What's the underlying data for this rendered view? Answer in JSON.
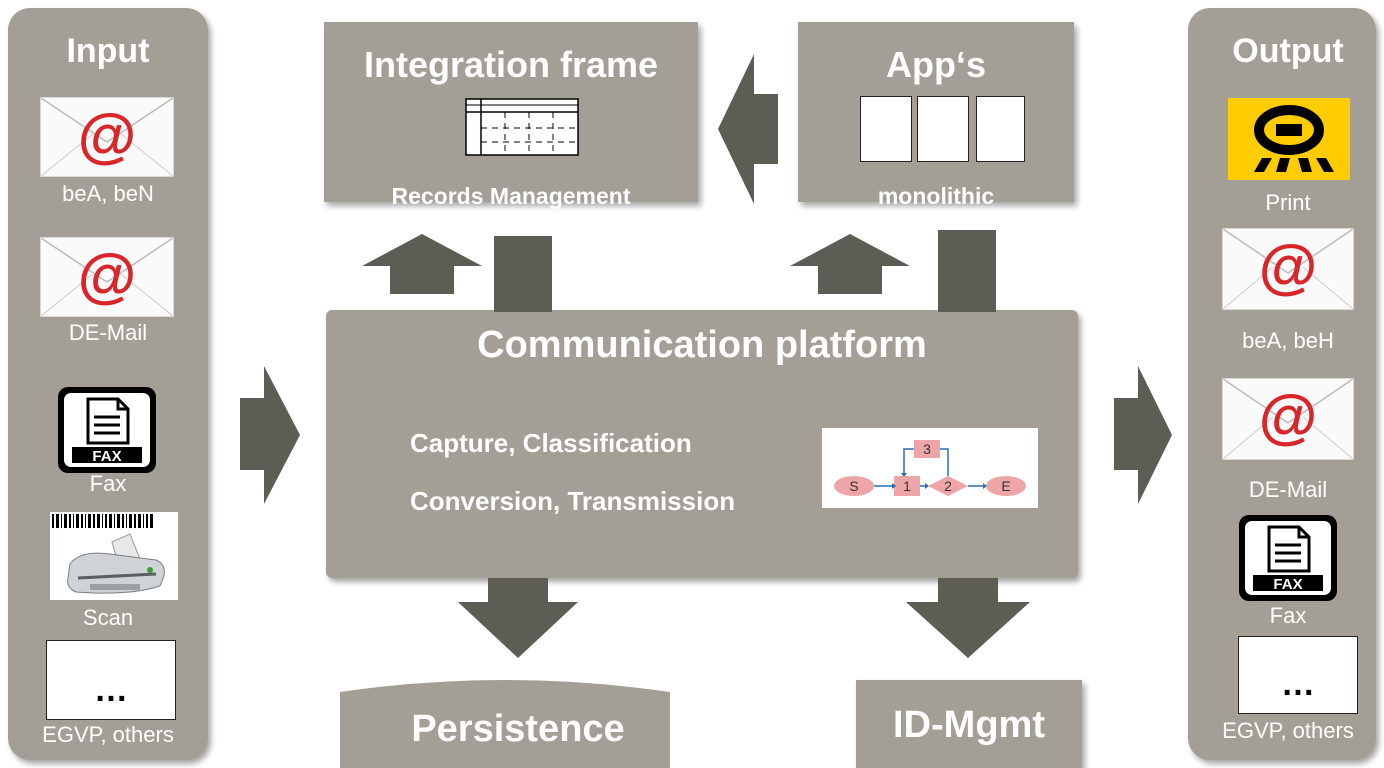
{
  "input": {
    "title": "Input",
    "items": [
      "beA, beN",
      "DE-Mail",
      "Fax",
      "Scan",
      "EGVP, others"
    ],
    "placeholder": "…"
  },
  "output": {
    "title": "Output",
    "items": [
      "Print",
      "beA, beH",
      "DE-Mail",
      "Fax",
      "EGVP, others"
    ],
    "placeholder": "…"
  },
  "integration": {
    "title": "Integration frame",
    "subtitle": "Records Management"
  },
  "apps": {
    "title": "App‘s",
    "subtitle": "monolithic"
  },
  "platform": {
    "title": "Communication platform",
    "line1": "Capture, Classification",
    "line2": "Conversion, Transmission",
    "workflow": {
      "start": "S",
      "step1": "1",
      "step2": "2",
      "step3": "3",
      "end": "E"
    }
  },
  "persistence": {
    "title": "Persistence"
  },
  "idmgmt": {
    "title": "ID-Mgmt"
  },
  "fax_text": "FAX",
  "colors": {
    "box": "#a39f96",
    "arrow": "#5e5d55",
    "at": "#d8262a",
    "post_yellow": "#ffcc00"
  }
}
